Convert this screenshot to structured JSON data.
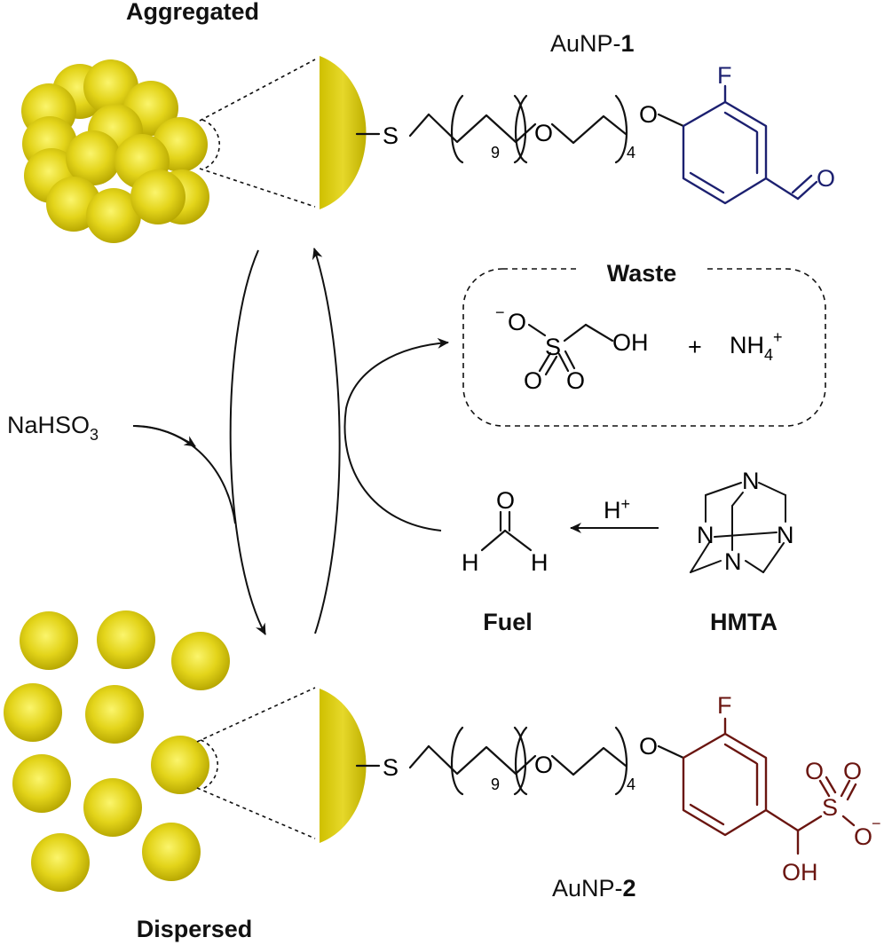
{
  "labels": {
    "aggregated": "Aggregated",
    "dispersed": "Dispersed",
    "waste": "Waste",
    "fuel": "Fuel",
    "hmta": "HMTA",
    "aunp1_prefix": "AuNP-",
    "aunp1_num": "1",
    "aunp2_prefix": "AuNP-",
    "aunp2_num": "2",
    "nahso3_main": "NaHSO",
    "nahso3_sub": "3",
    "catalyst": "H",
    "catalyst_sup": "+",
    "plus": "+",
    "nh4_main": "NH",
    "nh4_sub": "4",
    "nh4_sup": "+"
  },
  "atoms": {
    "S": "S",
    "O": "O",
    "F": "F",
    "OH": "OH",
    "H": "H",
    "N": "N",
    "n9": "9",
    "n4": "4",
    "minus": "−"
  },
  "colors": {
    "gold": "#d7c80a",
    "gold_dark": "#b6a800",
    "navy": "#1c2070",
    "maroon": "#6a1510",
    "ink": "#111111"
  }
}
